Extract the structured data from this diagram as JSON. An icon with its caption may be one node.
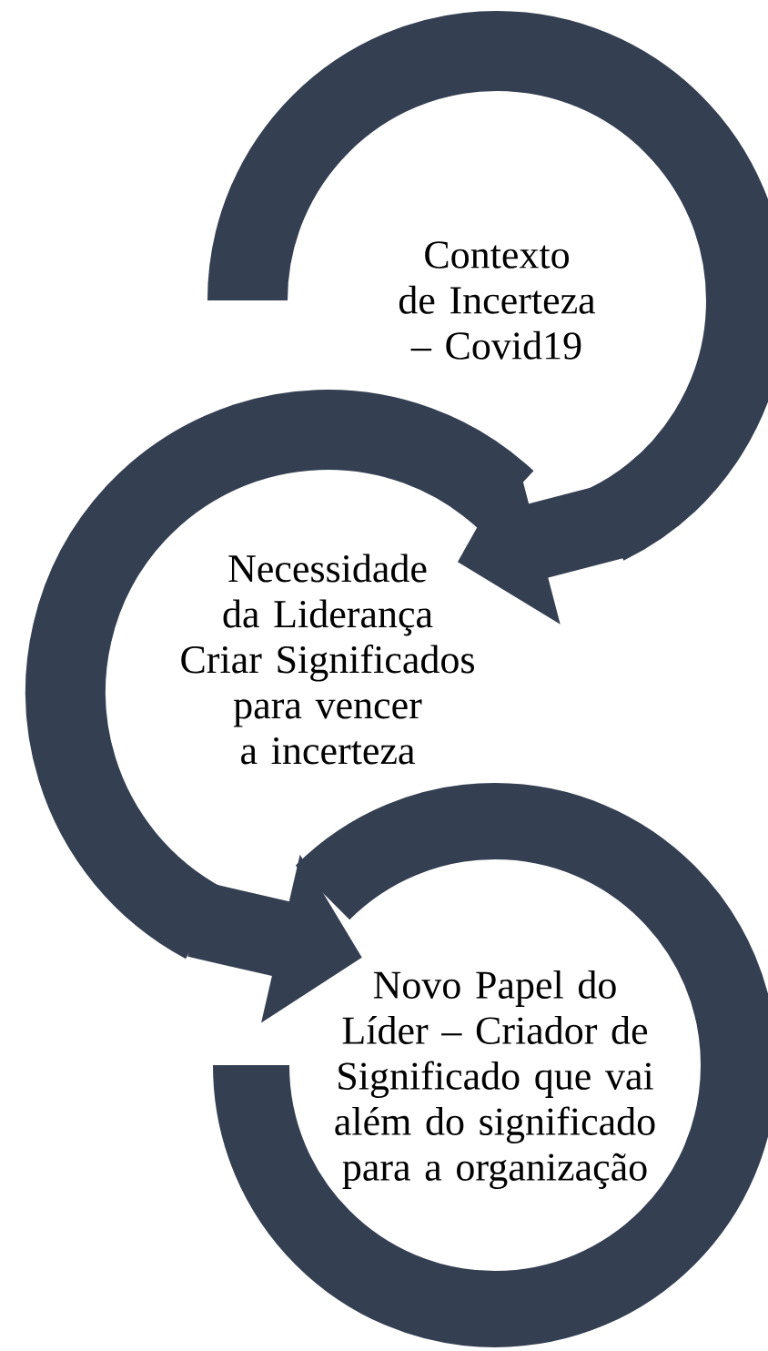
{
  "diagram": {
    "nodes": [
      {
        "text": [
          "Contexto de Incerteza – Covid19"
        ]
      },
      {
        "text": [
          "Necessidade da Liderança",
          "Criar Significados para vencer a incerteza"
        ]
      },
      {
        "text": [
          "Novo Papel do Líder – Criador de Significado que vai além do significado para a organização"
        ]
      }
    ],
    "edges": [
      {
        "from": 0,
        "to": 1,
        "arrow": "to"
      },
      {
        "from": 1,
        "to": 2,
        "arrow": "to"
      }
    ]
  }
}
